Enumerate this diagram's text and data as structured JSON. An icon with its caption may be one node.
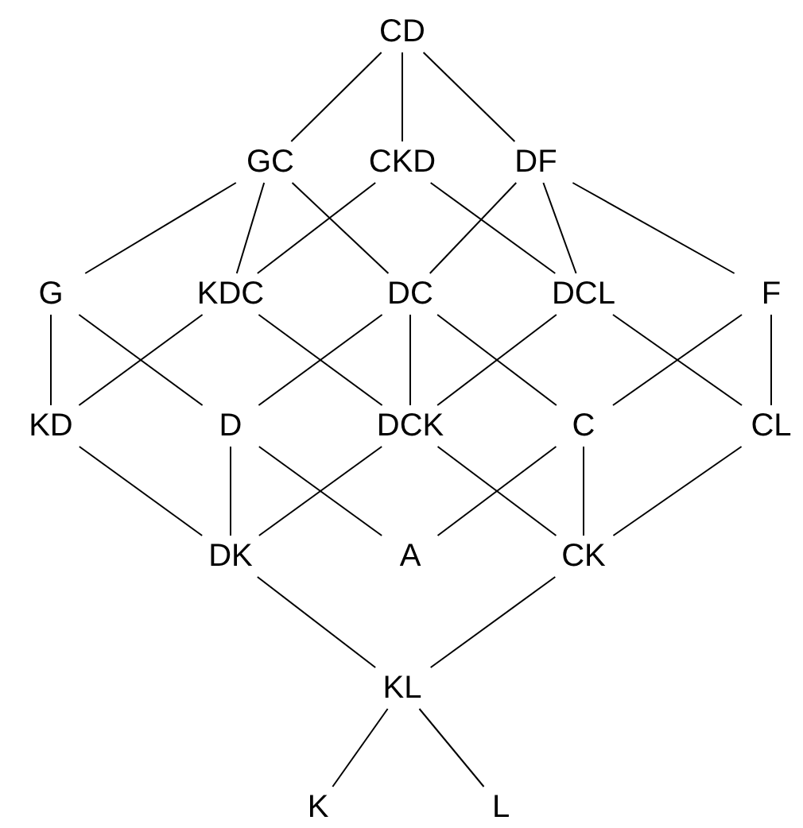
{
  "diagram": {
    "nodes": [
      {
        "text": [
          "CD"
        ]
      },
      {
        "text": [
          "GC"
        ]
      },
      {
        "text": [
          "CKD"
        ]
      },
      {
        "text": [
          "DF"
        ]
      },
      {
        "text": [
          "G"
        ]
      },
      {
        "text": [
          "KDC"
        ]
      },
      {
        "text": [
          "DC"
        ]
      },
      {
        "text": [
          "DCL"
        ]
      },
      {
        "text": [
          "F"
        ]
      },
      {
        "text": [
          "KD"
        ]
      },
      {
        "text": [
          "D"
        ]
      },
      {
        "text": [
          "DCK"
        ]
      },
      {
        "text": [
          "C"
        ]
      },
      {
        "text": [
          "CL"
        ]
      },
      {
        "text": [
          "DK"
        ]
      },
      {
        "text": [
          "A"
        ]
      },
      {
        "text": [
          "CK"
        ]
      },
      {
        "text": [
          "KL"
        ]
      },
      {
        "text": [
          "K"
        ]
      },
      {
        "text": [
          "L"
        ]
      }
    ],
    "edges": [
      {
        "from": 0,
        "to": 1,
        "arrow": "none"
      },
      {
        "from": 0,
        "to": 2,
        "arrow": "none"
      },
      {
        "from": 0,
        "to": 3,
        "arrow": "none"
      },
      {
        "from": 1,
        "to": 4,
        "arrow": "none"
      },
      {
        "from": 1,
        "to": 5,
        "arrow": "none"
      },
      {
        "from": 1,
        "to": 6,
        "arrow": "none"
      },
      {
        "from": 2,
        "to": 5,
        "arrow": "none"
      },
      {
        "from": 2,
        "to": 7,
        "arrow": "none"
      },
      {
        "from": 3,
        "to": 6,
        "arrow": "none"
      },
      {
        "from": 3,
        "to": 7,
        "arrow": "none"
      },
      {
        "from": 3,
        "to": 8,
        "arrow": "none"
      },
      {
        "from": 4,
        "to": 9,
        "arrow": "none"
      },
      {
        "from": 4,
        "to": 10,
        "arrow": "none"
      },
      {
        "from": 5,
        "to": 9,
        "arrow": "none"
      },
      {
        "from": 5,
        "to": 11,
        "arrow": "none"
      },
      {
        "from": 6,
        "to": 10,
        "arrow": "none"
      },
      {
        "from": 6,
        "to": 11,
        "arrow": "none"
      },
      {
        "from": 6,
        "to": 12,
        "arrow": "none"
      },
      {
        "from": 7,
        "to": 11,
        "arrow": "none"
      },
      {
        "from": 7,
        "to": 13,
        "arrow": "none"
      },
      {
        "from": 8,
        "to": 12,
        "arrow": "none"
      },
      {
        "from": 8,
        "to": 13,
        "arrow": "none"
      },
      {
        "from": 9,
        "to": 14,
        "arrow": "none"
      },
      {
        "from": 10,
        "to": 14,
        "arrow": "none"
      },
      {
        "from": 10,
        "to": 15,
        "arrow": "none"
      },
      {
        "from": 11,
        "to": 14,
        "arrow": "none"
      },
      {
        "from": 11,
        "to": 16,
        "arrow": "none"
      },
      {
        "from": 12,
        "to": 15,
        "arrow": "none"
      },
      {
        "from": 12,
        "to": 16,
        "arrow": "none"
      },
      {
        "from": 13,
        "to": 16,
        "arrow": "none"
      },
      {
        "from": 14,
        "to": 17,
        "arrow": "none"
      },
      {
        "from": 16,
        "to": 17,
        "arrow": "none"
      },
      {
        "from": 17,
        "to": 18,
        "arrow": "none"
      },
      {
        "from": 17,
        "to": 19,
        "arrow": "none"
      }
    ]
  }
}
